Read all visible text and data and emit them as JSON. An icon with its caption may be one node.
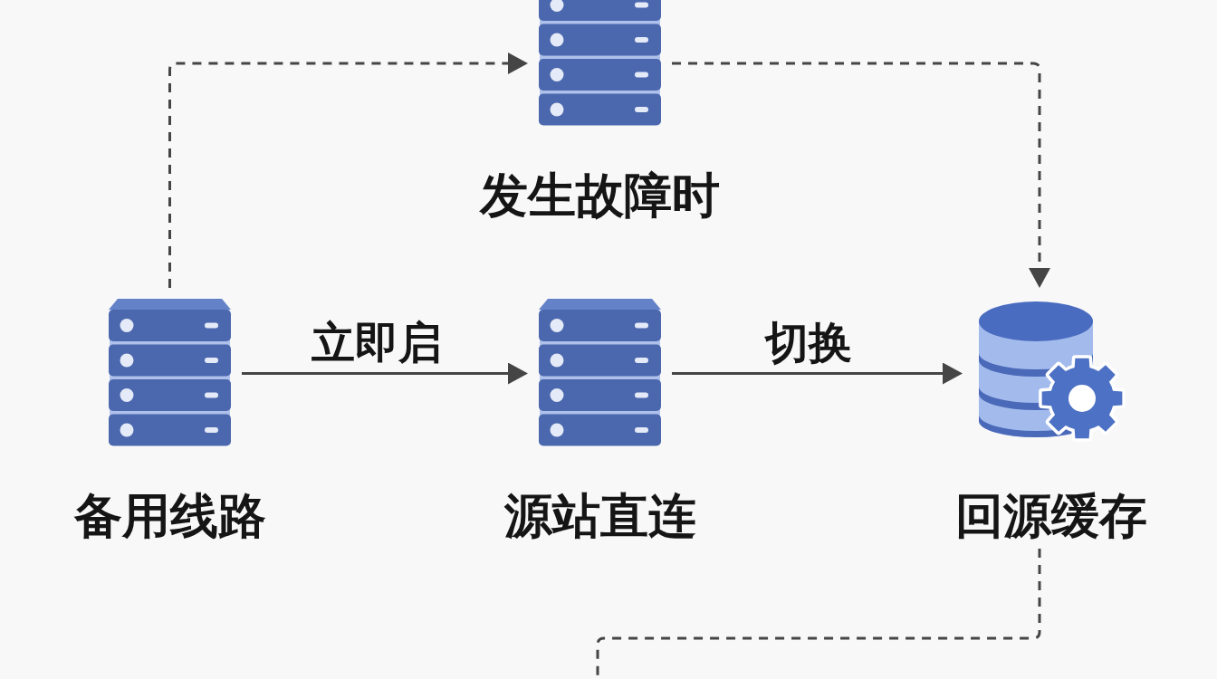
{
  "diagram": {
    "nodes": [
      {
        "text": [],
        "shape": "picture",
        "beside": [
          "发生故障时"
        ]
      },
      {
        "text": [],
        "shape": "picture",
        "beside": [
          "备用线路"
        ]
      },
      {
        "text": [],
        "shape": "picture",
        "beside": [
          "源站直连"
        ]
      },
      {
        "text": [],
        "shape": "cylinder",
        "beside": [
          "回源缓存"
        ]
      }
    ],
    "edges": [
      {
        "from": 1,
        "to": 0,
        "arrow": "to",
        "style": "dashed"
      },
      {
        "from": 0,
        "to": 3,
        "arrow": "to",
        "style": "dashed"
      },
      {
        "from": 1,
        "to": 2,
        "arrow": "to",
        "label": "立即启"
      },
      {
        "from": 2,
        "to": 3,
        "arrow": "to",
        "label": "切换"
      },
      {
        "from": 3,
        "to": null,
        "arrow": "none",
        "style": "dashed"
      }
    ]
  }
}
